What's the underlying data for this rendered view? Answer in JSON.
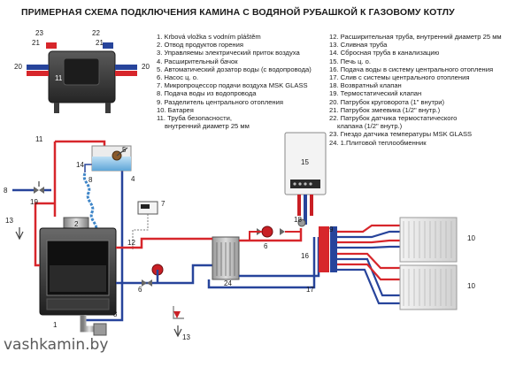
{
  "title": "ПРИМЕРНАЯ СХЕМА ПОДКЛЮЧЕНИЯ КАМИНА С ВОДЯНОЙ РУБАШКОЙ К ГАЗОВОМУ КОТЛУ",
  "legend_left": [
    "1. Krbová vložka s vodním pláštěm",
    "2. Отвод продуктов горения",
    "3. Управляемы электрический приток воздуха",
    "4. Расширительный бачок",
    "5. Автоматический дозатор воды (с водопровода)",
    "6. Насос ц. о.",
    "7. Микропроцессор подачи воздуха MSK GLASS",
    "8. Подача воды из водопровода",
    "9. Разделитель центрального отопления",
    "10. Батарея",
    "11. Труба безопасности,",
    "внутренний диаметр 25 мм"
  ],
  "legend_right": [
    "12. Расширительная труба, внутренний диаметр 25 мм",
    "13. Сливная труба",
    "14. Сбросная труба в канализацию",
    "15. Печь ц. о.",
    "16. Подача воды в систему центрального отопления",
    "17. Слив с системы центрального отопления",
    "18. Возвратный клапан",
    "19. Термостатический клапан",
    "20. Патрубок круговорота (1\" внутри)",
    "21. Патрубок змеевика (1/2\" внутр.)",
    "22. Патрубок датчика термостатического",
    "клапана (1/2\" внутр.)",
    "23. Гнездо датчика температуры MSK GLASS",
    "24. 1.Плитовой теплообменник"
  ],
  "labels": {
    "n1": "1",
    "n2": "2",
    "n3": "3",
    "n4": "4",
    "n5": "5",
    "n6a": "6",
    "n6b": "6",
    "n7": "7",
    "n8": "8",
    "n9": "9",
    "n10a": "10",
    "n10b": "10",
    "n11a": "11",
    "n11b": "11",
    "n12": "12",
    "n13a": "13",
    "n13b": "13",
    "n14": "14",
    "n15": "15",
    "n16": "16",
    "n17": "17",
    "n18": "18",
    "n19": "19",
    "n20a": "20",
    "n20b": "20",
    "n21a": "21",
    "n21b": "21",
    "n22": "22",
    "n23": "23",
    "n24": "24"
  },
  "watermark": "vashkamin.by",
  "colors": {
    "supply": "#d7262b",
    "return": "#27449b",
    "fireplace": "#3b3b3b",
    "accent_blue": "#3f86c8"
  }
}
